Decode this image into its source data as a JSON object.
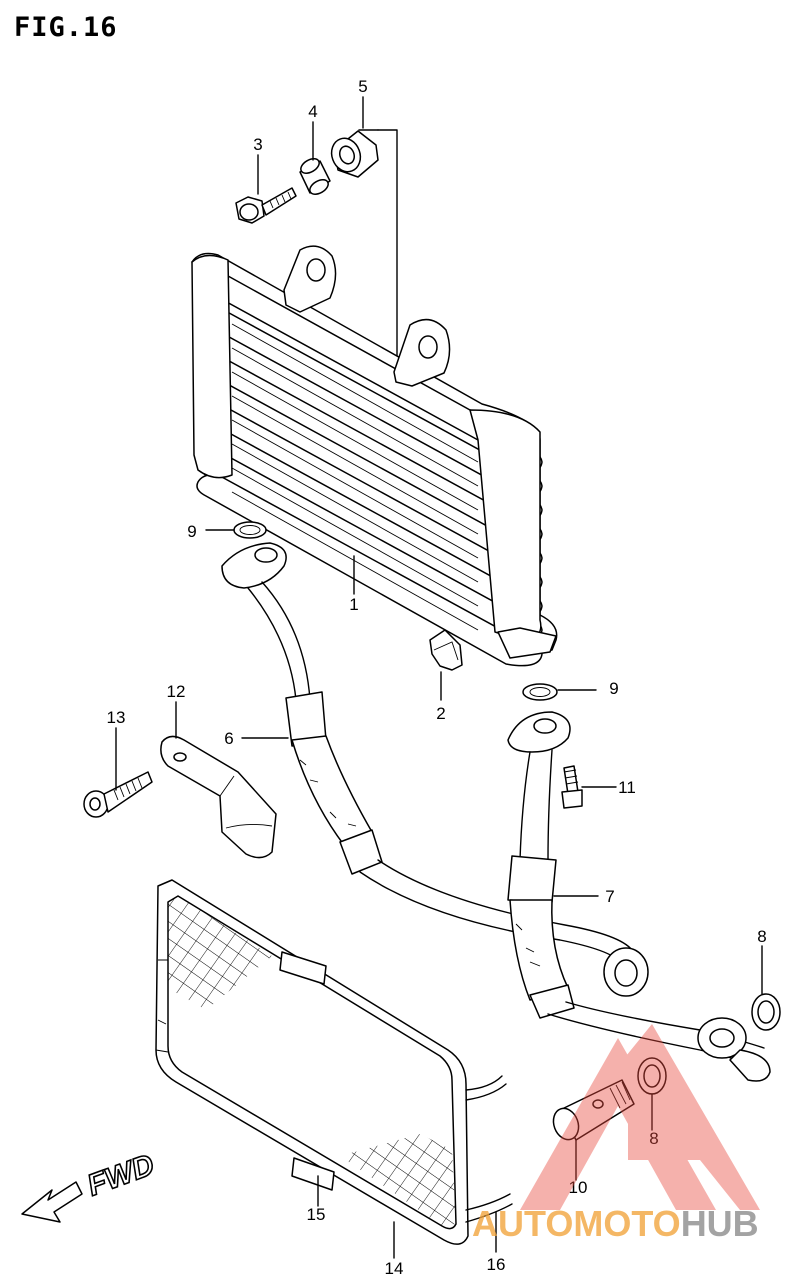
{
  "figure": {
    "title": "FIG.16"
  },
  "direction": {
    "label": "FWD"
  },
  "callouts": [
    {
      "id": "c1",
      "label": "1"
    },
    {
      "id": "c2",
      "label": "2"
    },
    {
      "id": "c3",
      "label": "3"
    },
    {
      "id": "c4",
      "label": "4"
    },
    {
      "id": "c5",
      "label": "5"
    },
    {
      "id": "c6",
      "label": "6"
    },
    {
      "id": "c7",
      "label": "7"
    },
    {
      "id": "c8a",
      "label": "8"
    },
    {
      "id": "c8b",
      "label": "8"
    },
    {
      "id": "c9a",
      "label": "9"
    },
    {
      "id": "c9b",
      "label": "9"
    },
    {
      "id": "c10",
      "label": "10"
    },
    {
      "id": "c11",
      "label": "11"
    },
    {
      "id": "c12",
      "label": "12"
    },
    {
      "id": "c13",
      "label": "13"
    },
    {
      "id": "c14",
      "label": "14"
    },
    {
      "id": "c15",
      "label": "15"
    },
    {
      "id": "c16",
      "label": "16"
    }
  ],
  "watermark": {
    "word_1": "AUTO",
    "word_2": "MOTO",
    "word_3": "HUB",
    "colors": {
      "orange": "#f2a33a",
      "red": "#e8483c",
      "gray": "#8a8a8a"
    }
  }
}
